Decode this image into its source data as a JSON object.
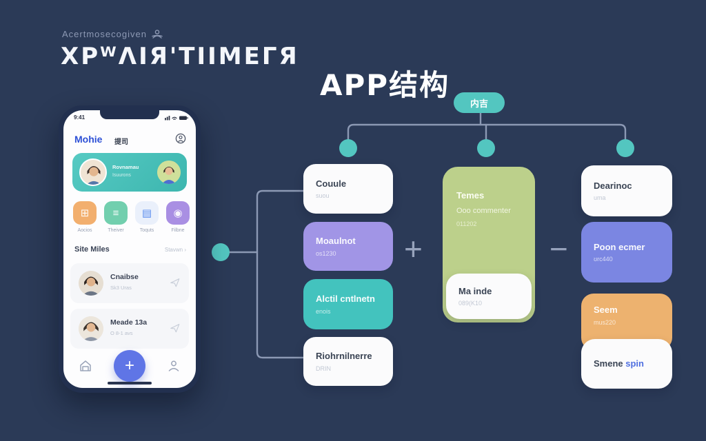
{
  "page": {
    "background": "#2b3a57",
    "accent_teal": "#53c6c0",
    "line_color": "#8c99b4"
  },
  "header": {
    "small_label": "Acertmosecogiven",
    "big_title": "XPᵂΛIЯ'TIIMEГЯ"
  },
  "diagram": {
    "title": "APP结构",
    "root_label": "内吉",
    "plus_symbol": "+",
    "minus_symbol": "−",
    "col1": [
      {
        "title": "Couule",
        "sub": "suou",
        "color": "#fbfbfc"
      },
      {
        "title": "Moaulnot",
        "sub": "os1230",
        "color": "#a195e6"
      },
      {
        "title": "Alctil cntlnetn",
        "sub": "enois",
        "color": "#43c3be"
      },
      {
        "title": "Riohrnilnerre",
        "sub": "DRIN",
        "color": "#fbfbfc"
      }
    ],
    "col2": {
      "green": {
        "line1": "Temes",
        "line2": "Ooo commenter",
        "line3": "011202",
        "color": "#bcd08b"
      },
      "overlay": {
        "title": "Ma inde",
        "sub": "089(K10",
        "color": "#fbfbfc"
      }
    },
    "col3": [
      {
        "title": "Dearinoc",
        "sub": "uma",
        "color": "#fbfbfc"
      },
      {
        "title": "Poon ecmer",
        "sub": "ʊrc440",
        "color": "#7b86e2"
      },
      {
        "title": "Seem",
        "sub": "mus220",
        "color": "#edb26f"
      },
      {
        "title": "Smene ",
        "title_link": "spin",
        "color": "#fbfbfc"
      }
    ]
  },
  "phone": {
    "status_time": "9:41",
    "app_name": "Mohie",
    "header_title": "提司",
    "banner": {
      "line1": "Rovnamau",
      "line2": "Isuurons"
    },
    "quick_actions": [
      {
        "label": "Aocios",
        "color": "#f2af6e"
      },
      {
        "label": "Theiver",
        "color": "#72cfae"
      },
      {
        "label": "Toquts",
        "color": "#eaf0fb"
      },
      {
        "label": "Filbne",
        "color": "#a98fe3"
      }
    ],
    "section": {
      "title": "Site Miles",
      "more": "Stavwn ›"
    },
    "contacts": [
      {
        "name": "Cnaibse",
        "sub": "Sk3 Uras"
      },
      {
        "name": "Meade 13a",
        "sub": "O 8-1 avs"
      }
    ],
    "add_button": "+"
  },
  "icons": {
    "grid_glyph": "⊞",
    "lines_glyph": "≡",
    "bookmark_glyph": "▤",
    "disc_glyph": "◉"
  }
}
